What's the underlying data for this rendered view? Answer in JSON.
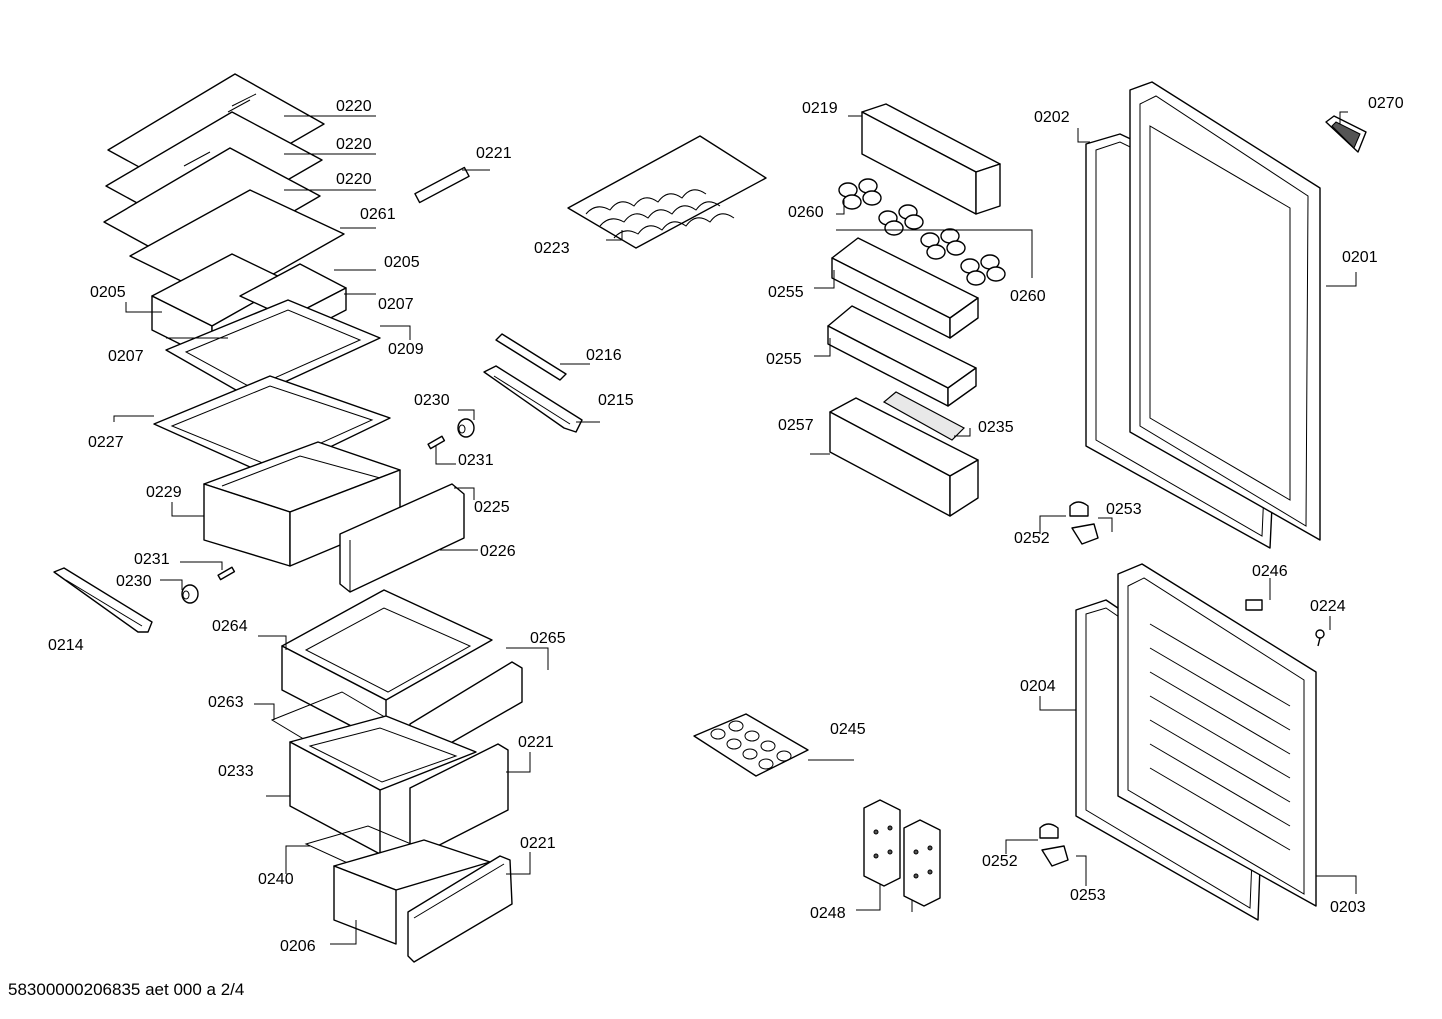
{
  "labels": {
    "l0220a": "0220",
    "l0220b": "0220",
    "l0220c": "0220",
    "l0261": "0261",
    "l0221a": "0221",
    "l0205a": "0205",
    "l0205b": "0205",
    "l0207a": "0207",
    "l0207b": "0207",
    "l0209": "0209",
    "l0227": "0227",
    "l0216": "0216",
    "l0215": "0215",
    "l0230a": "0230",
    "l0231a": "0231",
    "l0229": "0229",
    "l0225": "0225",
    "l0226": "0226",
    "l0231b": "0231",
    "l0230b": "0230",
    "l0214": "0214",
    "l0264": "0264",
    "l0265": "0265",
    "l0263": "0263",
    "l0221b": "0221",
    "l0233": "0233",
    "l0240": "0240",
    "l0221c": "0221",
    "l0206": "0206",
    "l0223": "0223",
    "l0219": "0219",
    "l0260a": "0260",
    "l0260b": "0260",
    "l0255a": "0255",
    "l0255b": "0255",
    "l0257": "0257",
    "l0235": "0235",
    "l0245": "0245",
    "l0248": "0248",
    "l0202": "0202",
    "l0270": "0270",
    "l0201": "0201",
    "l0252a": "0252",
    "l0253a": "0253",
    "l0246": "0246",
    "l0224": "0224",
    "l0204": "0204",
    "l0252b": "0252",
    "l0253b": "0253",
    "l0203": "0203"
  },
  "footer": "58300000206835 aet 000 a 2/4"
}
